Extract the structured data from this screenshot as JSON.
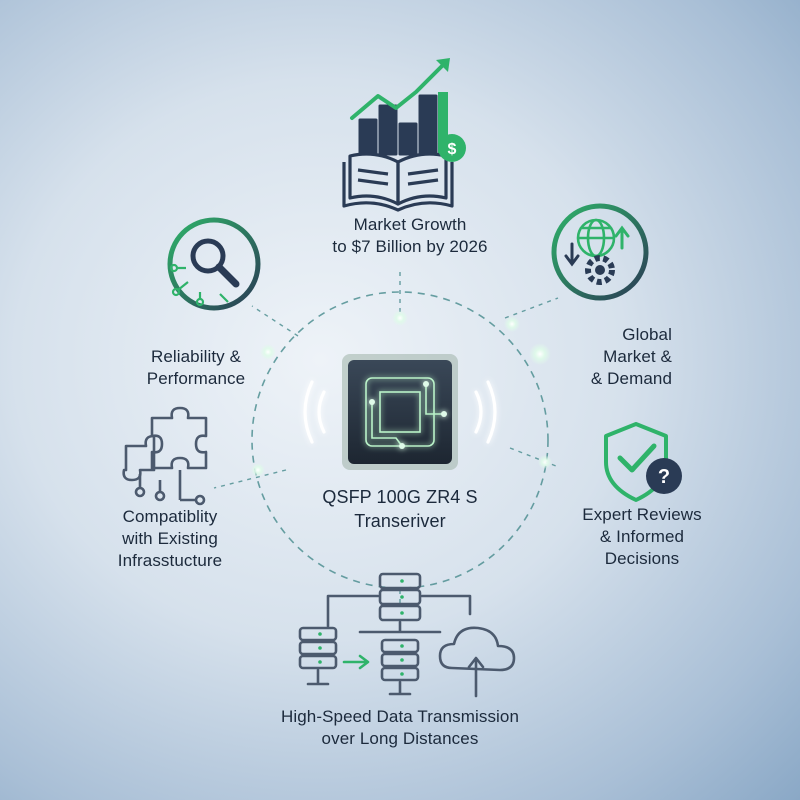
{
  "center": {
    "title_line1": "QSFP 100G ZR4 S",
    "title_line2": "Transeriver"
  },
  "nodes": {
    "market_growth": {
      "label": "Market Growth\nto $7 Billion by 2026",
      "currency_symbol": "$"
    },
    "global_market": {
      "label": "Global\nMarket &\n& Demand"
    },
    "expert_reviews": {
      "label": "Expert Reviews\n& Informed\nDecisions",
      "question_symbol": "?"
    },
    "high_speed": {
      "label": "High-Speed Data Transmission\nover Long Distances"
    },
    "compatibility": {
      "label": "Compatiblity\nwith Existing\nInfrasstucture"
    },
    "reliability": {
      "label": "Reliability &\nPerformance"
    }
  },
  "colors": {
    "accent_green": "#2fb36a",
    "dark_navy": "#2a3b55",
    "line_teal": "#4f8f92",
    "chip_glow": "#b9f2c8"
  },
  "icons": {
    "market_growth": "chart-book-icon",
    "global_market": "globe-gear-icon",
    "expert_reviews": "shield-check-icon",
    "high_speed": "server-cloud-icon",
    "compatibility": "puzzle-icon",
    "reliability": "magnifier-circuit-icon",
    "center": "chip-icon"
  }
}
